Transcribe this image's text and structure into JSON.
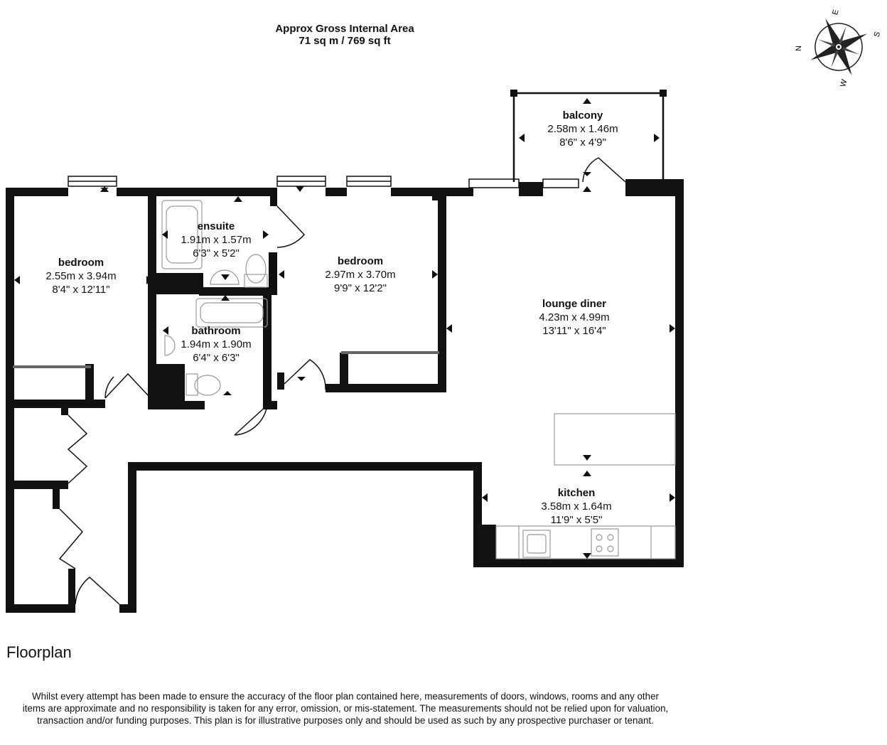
{
  "header": {
    "area_title": "Approx Gross Internal Area",
    "area_value": "71 sq m / 769 sq ft"
  },
  "compass": {
    "north": "N",
    "east": "E",
    "south": "S",
    "west": "W"
  },
  "rooms": {
    "bedroom1": {
      "name": "bedroom",
      "metric": "2.55m x 3.94m",
      "imperial": "8'4\" x 12'11\""
    },
    "ensuite": {
      "name": "ensuite",
      "metric": "1.91m x 1.57m",
      "imperial": "6'3\" x 5'2\""
    },
    "bathroom": {
      "name": "bathroom",
      "metric": "1.94m x 1.90m",
      "imperial": "6'4\" x 6'3\""
    },
    "bedroom2": {
      "name": "bedroom",
      "metric": "2.97m x 3.70m",
      "imperial": "9'9\" x 12'2\""
    },
    "balcony": {
      "name": "balcony",
      "metric": "2.58m x 1.46m",
      "imperial": "8'6\" x 4'9\""
    },
    "lounge": {
      "name": "lounge diner",
      "metric": "4.23m x 4.99m",
      "imperial": "13'11\" x 16'4\""
    },
    "kitchen": {
      "name": "kitchen",
      "metric": "3.58m x 1.64m",
      "imperial": "11'9\" x 5'5\""
    }
  },
  "footer": {
    "title": "Floorplan",
    "disclaimer": "Whilst every attempt has been made to ensure the accuracy of the floor plan contained here, measurements of doors, windows, rooms and any other items are approximate and no responsibility is taken for any error, omission, or mis-statement. The measurements should not be relied upon for valuation, transaction and/or funding purposes. This plan is for illustrative purposes only and should be used as such by any prospective purchaser or tenant."
  },
  "colors": {
    "wall": "#111111",
    "fixture": "#999999",
    "background": "#ffffff"
  }
}
